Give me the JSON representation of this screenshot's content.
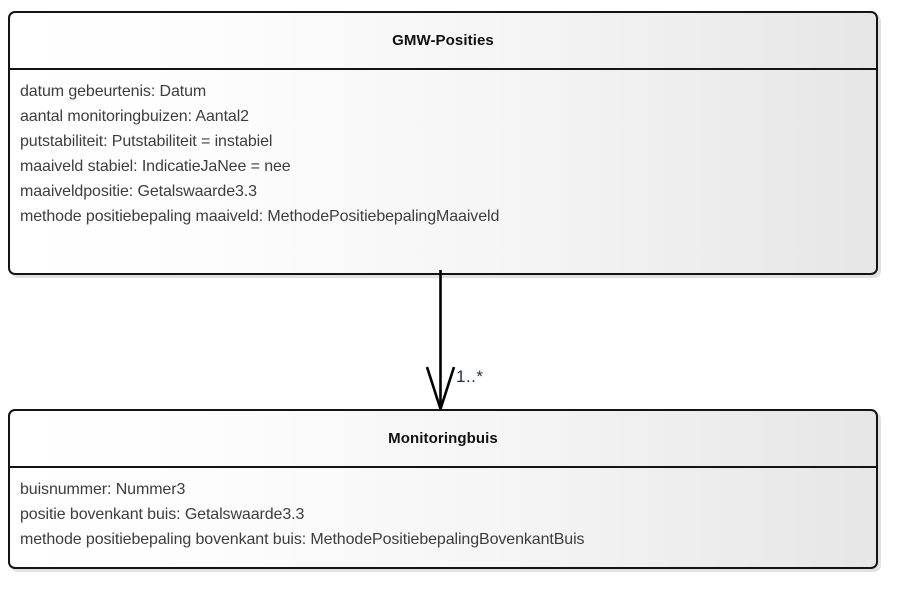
{
  "diagram": {
    "type": "uml-class-diagram",
    "background_color": "#ffffff",
    "classes": [
      {
        "id": "gmw-posities",
        "name": "GMW-Posities",
        "attributes": [
          "datum gebeurtenis: Datum",
          "aantal monitoringbuizen: Aantal2",
          "putstabiliteit: Putstabiliteit = instabiel",
          "maaiveld stabiel: IndicatieJaNee = nee",
          "maaiveldpositie: Getalswaarde3.3",
          "methode positiebepaling maaiveld: MethodePositiebepalingMaaiveld"
        ]
      },
      {
        "id": "monitoringbuis",
        "name": "Monitoringbuis",
        "attributes": [
          "buisnummer: Nummer3",
          "positie bovenkant buis: Getalswaarde3.3",
          "methode positiebepaling bovenkant buis: MethodePositiebepalingBovenkantBuis"
        ]
      }
    ],
    "association": {
      "from": "GMW-Posities",
      "to": "Monitoringbuis",
      "multiplicity_label": "1..*",
      "multiplicity_color": "#1f2a52",
      "line_color": "#000000",
      "arrow_style": "open-arrowhead"
    },
    "colors": {
      "border": "#141414",
      "fill_light": "#ffffff",
      "fill_dark": "#e6e6e6",
      "title_text": "#101010",
      "attribute_text": "#3d3d3d",
      "shadow": "rgba(120,120,128,0.22)"
    }
  }
}
